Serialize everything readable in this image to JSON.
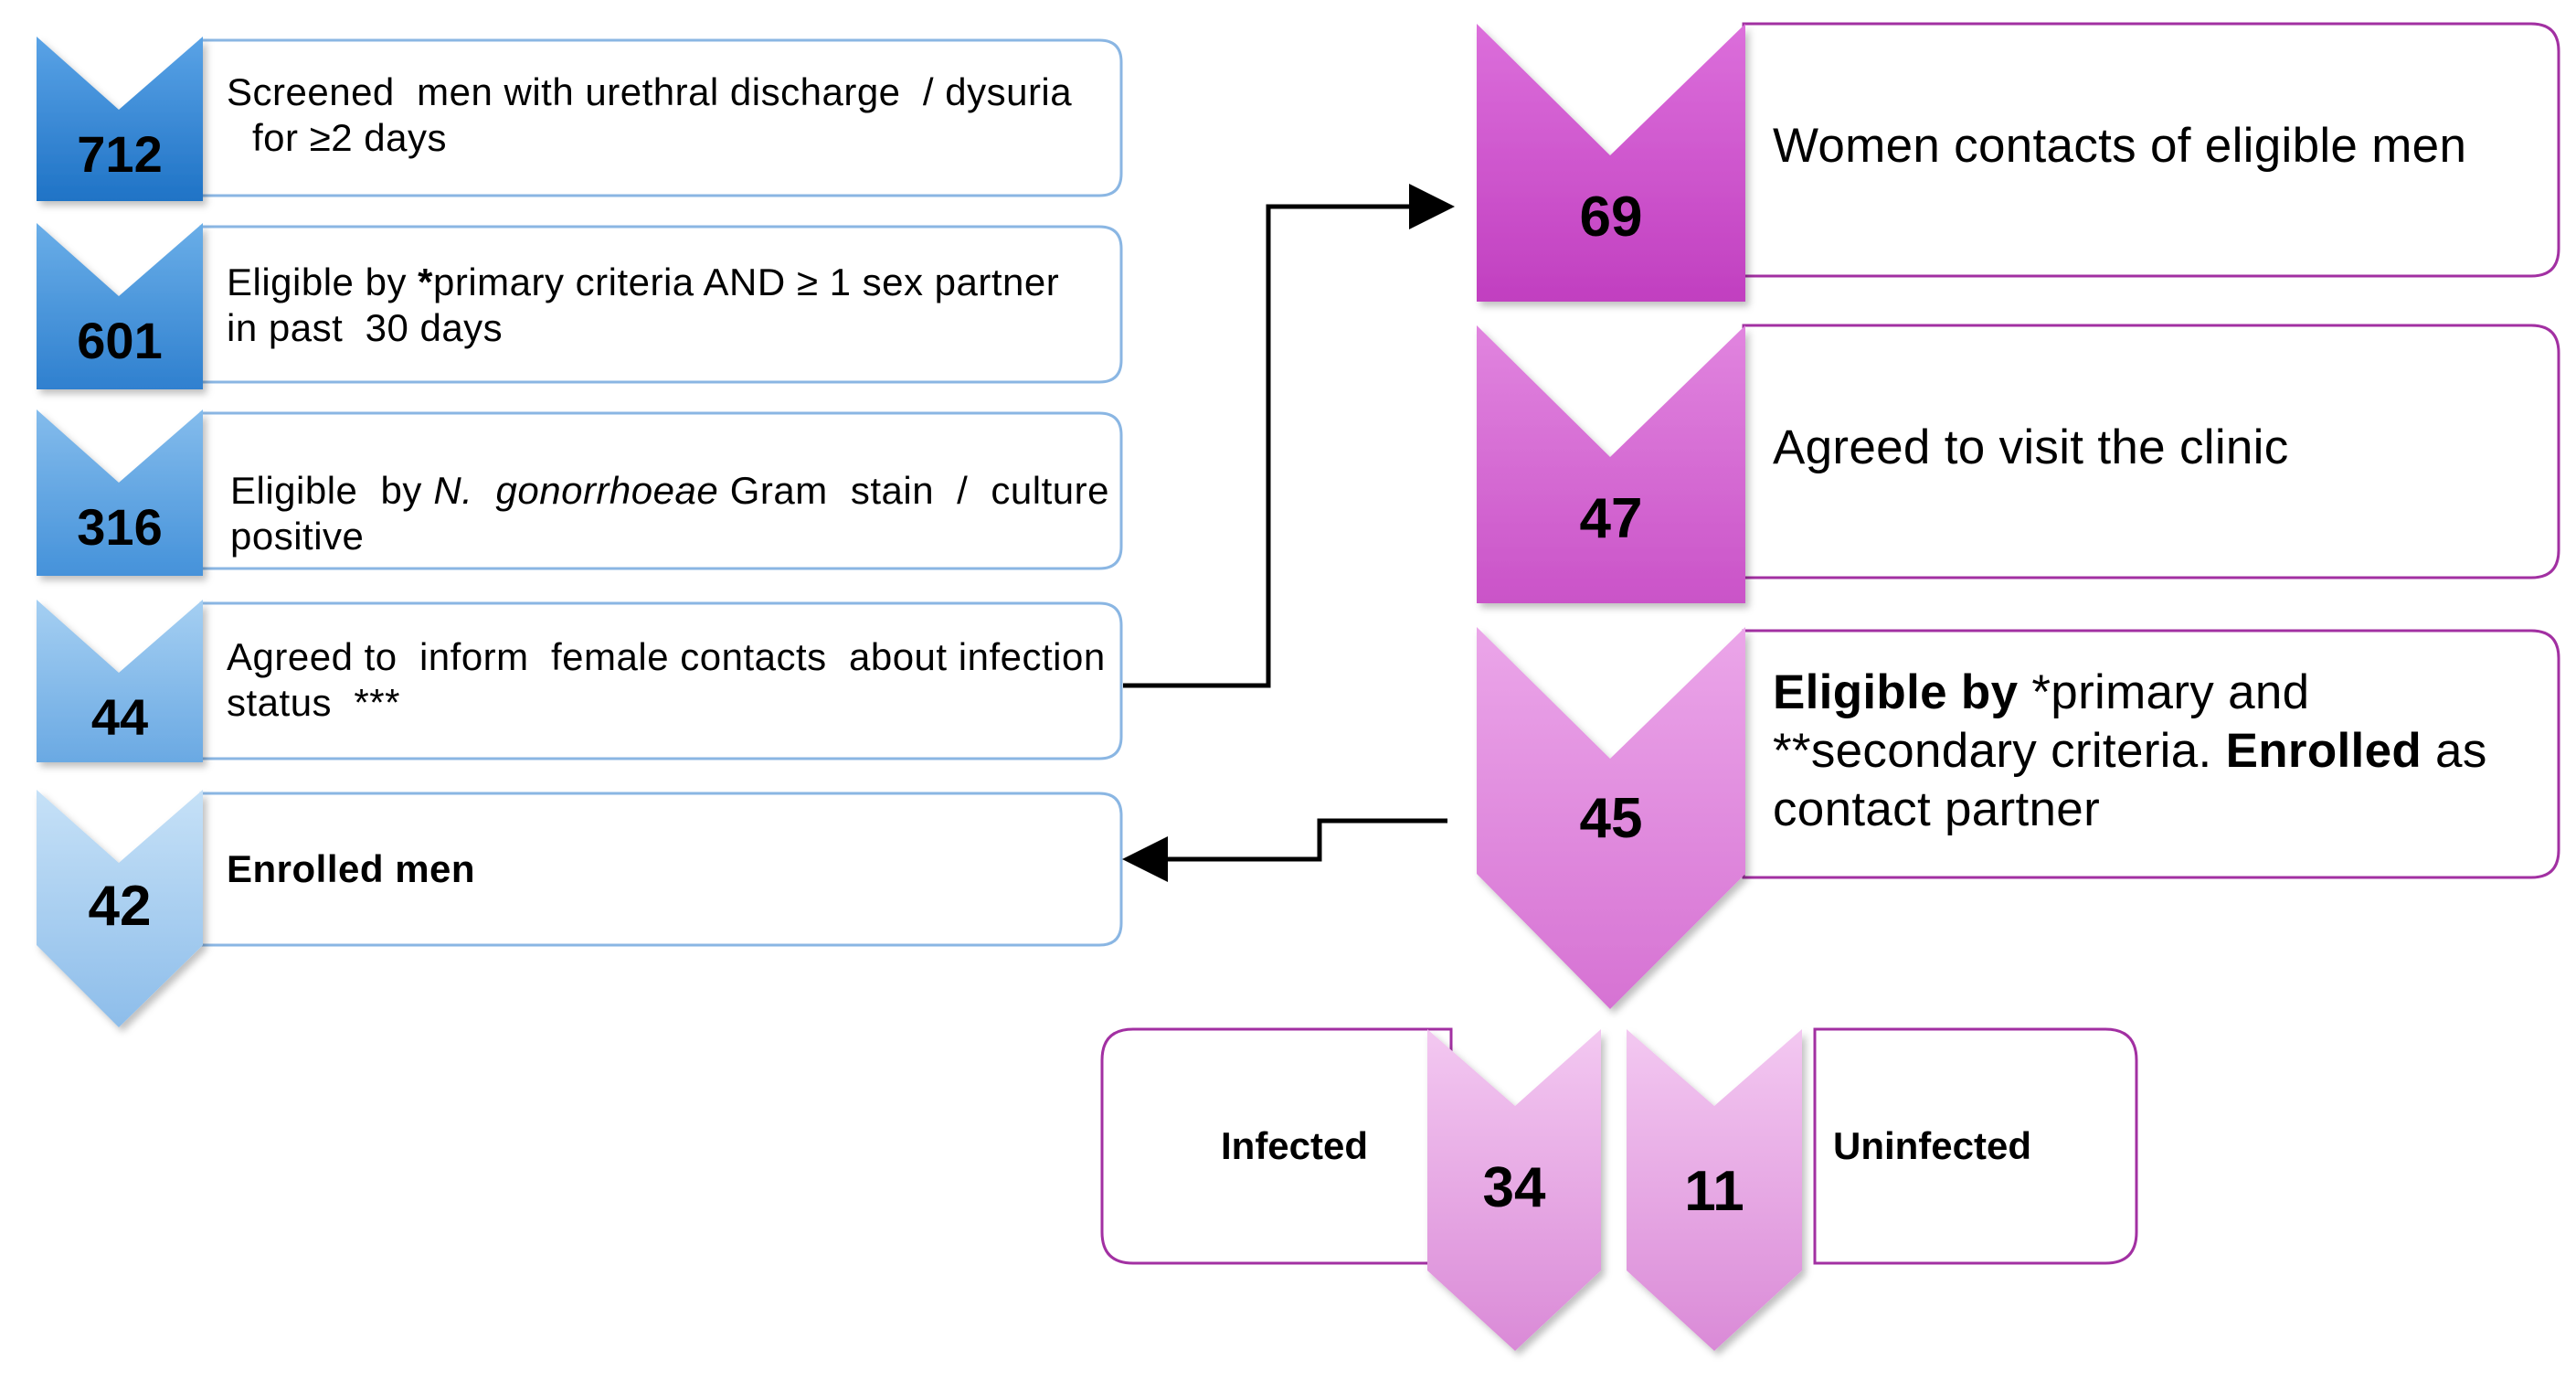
{
  "men": [
    {
      "count": "712",
      "line1": "Screened  men with urethral discharge  / dysuria",
      "line2": "for ≥2 days"
    },
    {
      "count": "601",
      "prefix": "Eligible by ",
      "bold_mark": "*",
      "line1_rest": "primary criteria AND ≥ 1 sex partner",
      "line2": "in past  30 days"
    },
    {
      "count": "316",
      "prefix": "Eligible  by ",
      "italic": "N.  gonorrhoeae",
      "line1_rest": " Gram  stain  /  culture",
      "line2": "positive"
    },
    {
      "count": "44",
      "line1": "Agreed to  inform  female contacts  about infection",
      "line2": "status  ***"
    },
    {
      "count": "42",
      "label": "Enrolled men"
    }
  ],
  "women": [
    {
      "count": "69",
      "label": "Women contacts of eligible men"
    },
    {
      "count": "47",
      "label": "Agreed to visit the clinic"
    },
    {
      "count": "45",
      "bold1": "Eligible by",
      "rest1": " *primary and",
      "rest2a": "**secondary criteria. ",
      "bold2": "Enrolled",
      "rest2b": " as",
      "line3": "contact partner"
    }
  ],
  "outcomes": [
    {
      "count": "34",
      "label": "Infected"
    },
    {
      "count": "11",
      "label": "Uninfected"
    }
  ],
  "colors": {
    "men_chevrons": [
      "#2f83d3",
      "#3d8fd9",
      "#579fdf",
      "#7db6e8",
      "#a4cdf0"
    ],
    "men_border": "#8ab6e3",
    "women_chevrons": [
      "#cf4fcf",
      "#d766d5",
      "#dc82d9"
    ],
    "outcome_chevron": "#e2a4e0",
    "women_border": "#a230a2",
    "arrow": "#000000"
  }
}
